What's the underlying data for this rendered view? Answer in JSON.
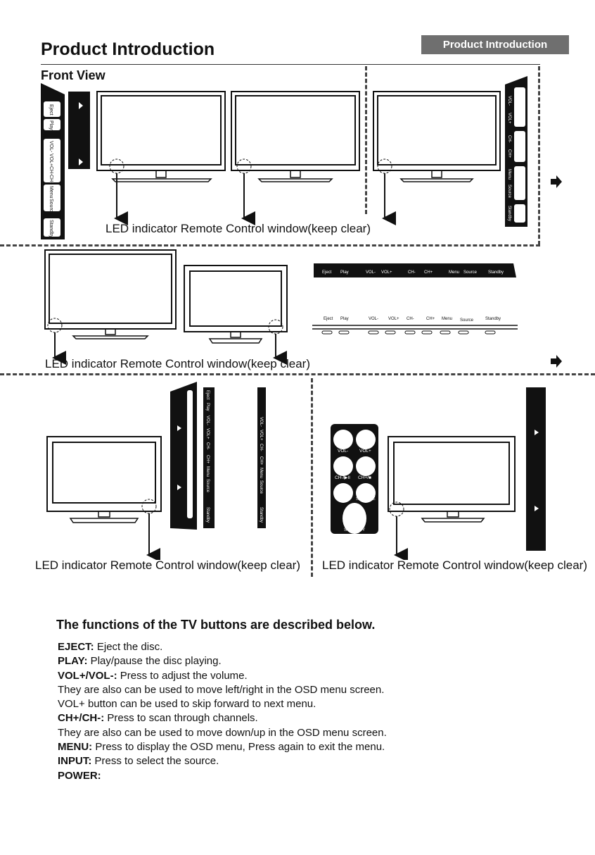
{
  "header": {
    "title": "Product Introduction",
    "section_badge": "Product Introduction",
    "subtitle": "Front View"
  },
  "led_caption": "LED indicator Remote Control window(keep clear)",
  "button_labels": {
    "eject": "Eject",
    "play": "Play",
    "vol_minus": "VOL-",
    "vol_plus": "VOL+",
    "ch_minus": "CH-",
    "ch_plus": "CH+",
    "menu": "Menu",
    "source": "Source",
    "standby": "Standby"
  },
  "remote_labels": {
    "vol_minus": "VOL-",
    "vol_plus": "VOL+",
    "ch_prev": "CH-/▶II",
    "ch_next": "CH+/■",
    "menu": "MENU",
    "source": "SOURCE",
    "standby": "STANDBY"
  },
  "functions": {
    "title": "The functions of the TV buttons are described below.",
    "items": [
      {
        "key": "EJECT:",
        "text": " Eject the disc."
      },
      {
        "key": "PLAY:",
        "text": " Play/pause the disc playing."
      },
      {
        "key": "VOL+/VOL-:",
        "text": " Press to adjust the volume."
      },
      {
        "key": "",
        "text": "They are also can be used to move left/right in the OSD menu screen."
      },
      {
        "key": "",
        "text": "VOL+ button can be used to skip forward to next menu."
      },
      {
        "key": "CH+/CH-:",
        "text": " Press to scan through channels."
      },
      {
        "key": "",
        "text": "They are also can be used to move down/up in the OSD menu screen."
      },
      {
        "key": "MENU:",
        "text": " Press to display the OSD menu, Press again to exit the menu."
      },
      {
        "key": "INPUT:",
        "text": " Press to select the source."
      },
      {
        "key": "POWER:",
        "text": ""
      }
    ]
  }
}
